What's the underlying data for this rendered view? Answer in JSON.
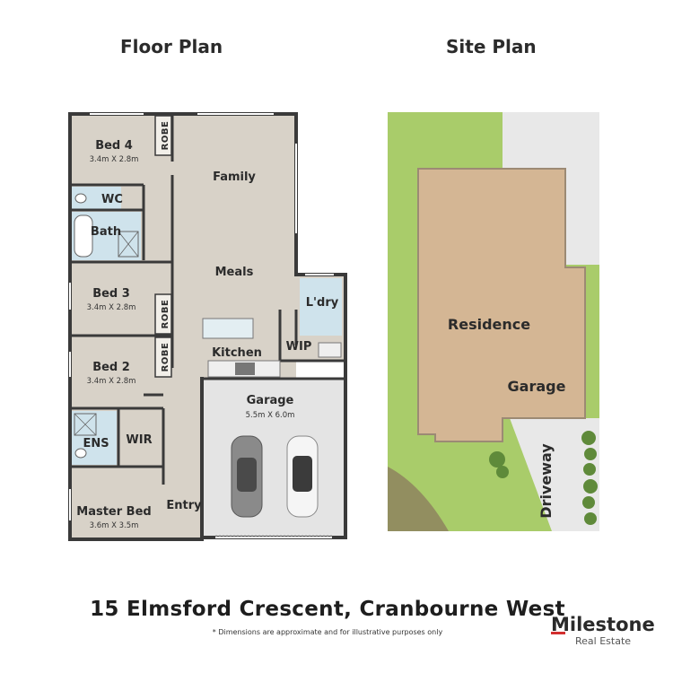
{
  "headings": {
    "floor_plan": "Floor Plan",
    "site_plan": "Site Plan"
  },
  "rooms": {
    "bed4": {
      "name": "Bed 4",
      "dims": "3.4m X 2.8m"
    },
    "wc": {
      "name": "WC"
    },
    "bath": {
      "name": "Bath"
    },
    "bed3": {
      "name": "Bed 3",
      "dims": "3.4m X 2.8m"
    },
    "bed2": {
      "name": "Bed 2",
      "dims": "3.4m X 2.8m"
    },
    "ens": {
      "name": "ENS"
    },
    "wir": {
      "name": "WIR"
    },
    "master": {
      "name": "Master Bed",
      "dims": "3.6m X 3.5m"
    },
    "entry": {
      "name": "Entry"
    },
    "family": {
      "name": "Family"
    },
    "meals": {
      "name": "Meals"
    },
    "kitchen": {
      "name": "Kitchen"
    },
    "wip": {
      "name": "WIP"
    },
    "laundry": {
      "name": "L'dry"
    },
    "garage": {
      "name": "Garage",
      "dims": "5.5m X 6.0m"
    },
    "robe": {
      "name": "ROBE"
    }
  },
  "site": {
    "residence": "Residence",
    "garage": "Garage",
    "driveway": "Driveway"
  },
  "footer": {
    "address": "15 Elmsford Crescent, Cranbourne West",
    "disclaimer": "* Dimensions are approximate and for illustrative purposes only",
    "brand_name": "Milestone",
    "brand_sub": "Real Estate"
  },
  "colors": {
    "floor": "#d8d2c8",
    "wall": "#3a3a3a",
    "garage_floor": "#e4e4e4",
    "tile": "#cfe3ec",
    "lawn": "#a9cc6a",
    "roof": "#d4b694",
    "paving": "#e8e8e8",
    "brand_red": "#d32f2f"
  }
}
